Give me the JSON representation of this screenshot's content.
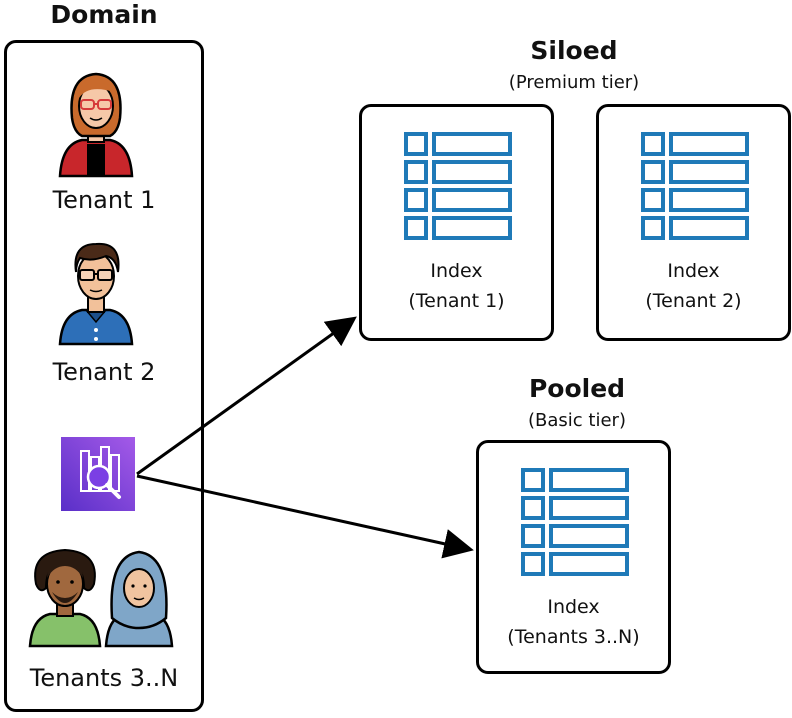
{
  "domain": {
    "title": "Domain"
  },
  "tenants": [
    {
      "label": "Tenant 1"
    },
    {
      "label": "Tenant 2"
    },
    {
      "label": "Tenants 3..N"
    }
  ],
  "siloed": {
    "title": "Siloed",
    "subtitle": "(Premium tier)",
    "indexes": [
      {
        "line1": "Index",
        "line2": "(Tenant 1)"
      },
      {
        "line1": "Index",
        "line2": "(Tenant 2)"
      }
    ]
  },
  "pooled": {
    "title": "Pooled",
    "subtitle": "(Basic tier)",
    "index": {
      "line1": "Index",
      "line2": "(Tenants 3..N)"
    }
  },
  "colors": {
    "table_blue": "#1f7ab8",
    "service_purple": "#7b3fe4",
    "tenant1_shirt": "#c8262b",
    "tenant2_shirt": "#2d6fb8",
    "tenant3_shirt": "#86c16a",
    "tenant4_hijab": "#7fa6c8"
  },
  "icons": [
    "woman-avatar-icon",
    "man-avatar-icon",
    "search-service-icon",
    "bearded-man-avatar-icon",
    "hijab-woman-avatar-icon",
    "table-icon"
  ]
}
